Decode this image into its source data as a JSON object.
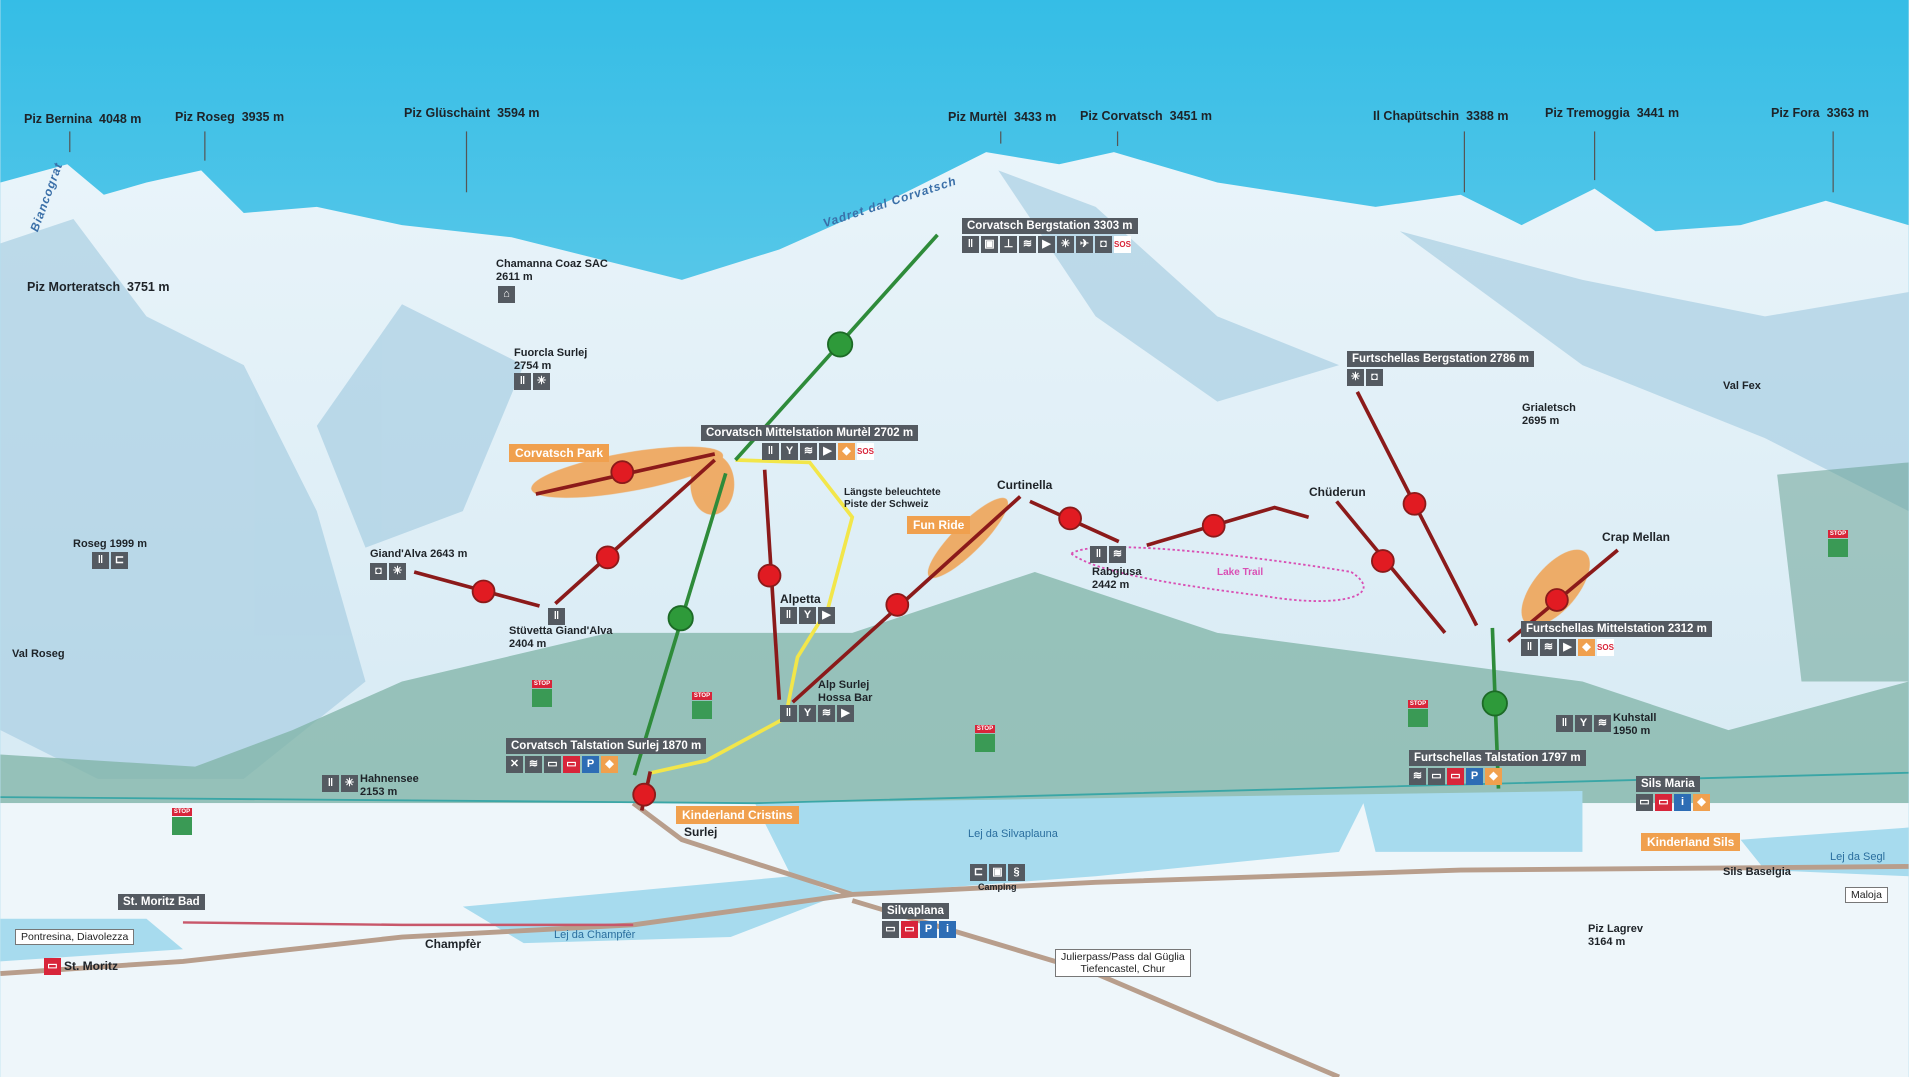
{
  "peaks": [
    {
      "name": "Piz Bernina",
      "alt": "4048 m"
    },
    {
      "name": "Piz Roseg",
      "alt": "3935 m"
    },
    {
      "name": "Piz Glüschaint",
      "alt": "3594 m"
    },
    {
      "name": "Piz Murtèl",
      "alt": "3433 m"
    },
    {
      "name": "Piz Corvatsch",
      "alt": "3451 m"
    },
    {
      "name": "Il Chapütschin",
      "alt": "3388 m"
    },
    {
      "name": "Piz Tremoggia",
      "alt": "3441 m"
    },
    {
      "name": "Piz Fora",
      "alt": "3363 m"
    },
    {
      "name": "Piz Morteratsch",
      "alt": "3751 m"
    },
    {
      "name": "Piz Lagrev",
      "alt": "3164 m"
    }
  ],
  "glaciers": {
    "biancograt": "Biancograt",
    "vadret": "Vadret dal Corvatsch"
  },
  "stations": {
    "corvatsch_berg": "Corvatsch Bergstation  3303 m",
    "corvatsch_mittel": "Corvatsch Mittelstation Murtèl  2702 m",
    "corvatsch_tal": "Corvatsch Talstation Surlej  1870 m",
    "furtschellas_berg": "Furtschellas Bergstation  2786 m",
    "furtschellas_mittel": "Furtschellas Mittelstation  2312 m",
    "furtschellas_tal": "Furtschellas Talstation  1797 m",
    "st_moritz_bad": "St. Moritz Bad",
    "silvaplana": "Silvaplana",
    "sils_maria": "Sils Maria"
  },
  "places": {
    "chamanna": [
      "Chamanna Coaz SAC",
      "2611 m"
    ],
    "fuorcla": [
      "Fuorcla Surlej",
      "2754 m"
    ],
    "val_fex": "Val Fex",
    "grialetsch": [
      "Grialetsch",
      "2695 m"
    ],
    "laengste": [
      "Längste beleuchtete",
      "Piste der Schweiz"
    ],
    "curtinella": "Curtinella",
    "chuederun": "Chüderun",
    "crap_mellan": "Crap Mellan",
    "roseg": "Roseg 1999 m",
    "giandalva": "Giand'Alva 2643 m",
    "rabgiusa": [
      "Rabgiusa",
      "2442 m"
    ],
    "alpetta": "Alpetta",
    "stuevetta": [
      "Stüvetta Giand'Alva",
      "2404 m"
    ],
    "val_roseg": "Val Roseg",
    "alp_surlej": [
      "Alp Surlej",
      "Hossa Bar"
    ],
    "kuhstall": [
      "Kuhstall",
      "1950 m"
    ],
    "hahnensee": [
      "Hahnensee",
      "2153 m"
    ],
    "surlej": "Surlej",
    "camping": "Camping",
    "sils_baselgia": "Sils Baselgia",
    "champfer": "Champfèr",
    "st_moritz": "St. Moritz"
  },
  "parks": {
    "corvatsch_park": "Corvatsch Park",
    "fun_ride": "Fun Ride",
    "kinderland_cristins": "Kinderland Cristins",
    "kinderland_sils": "Kinderland Sils"
  },
  "trails": {
    "lake_trail": "Lake Trail"
  },
  "lakes": {
    "silvaplauna": "Lej da Silvaplauna",
    "champfer": "Lej da Champfèr",
    "segl": "Lej da Segl"
  },
  "signs": {
    "pontresina": "Pontresina, Diavolezza",
    "maloja": "Maloja",
    "julier": [
      "Julierpass/Pass dal Güglia",
      "Tiefencastel, Chur"
    ]
  },
  "misc": {
    "sos": "SOS",
    "stop": "STOP",
    "parking": "P",
    "info": "i"
  },
  "colors": {
    "chairlift": "#c8102e",
    "gondola": "#2e8b3a",
    "sledge": "#f2e64a",
    "park": "#f0a04e",
    "station_box": "#545a61"
  }
}
